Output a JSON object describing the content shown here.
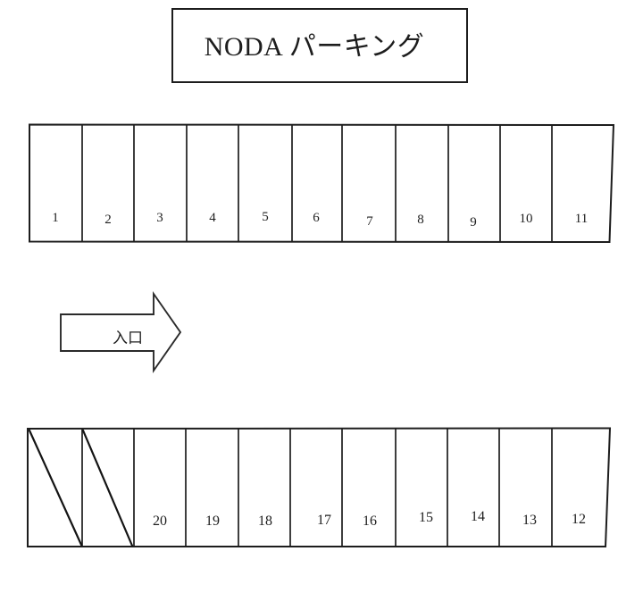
{
  "title": "NODA パーキング",
  "entrance": {
    "label": "入口"
  },
  "rows": {
    "top": {
      "spaces": [
        "1",
        "2",
        "3",
        "4",
        "5",
        "6",
        "7",
        "8",
        "9",
        "10",
        "11"
      ]
    },
    "bottom": {
      "spaces": [
        "20",
        "19",
        "18",
        "17",
        "16",
        "15",
        "14",
        "13",
        "12"
      ],
      "blocked_spaces_count": 2
    }
  },
  "colors": {
    "line": "#1d1d1d",
    "background": "#ffffff"
  }
}
